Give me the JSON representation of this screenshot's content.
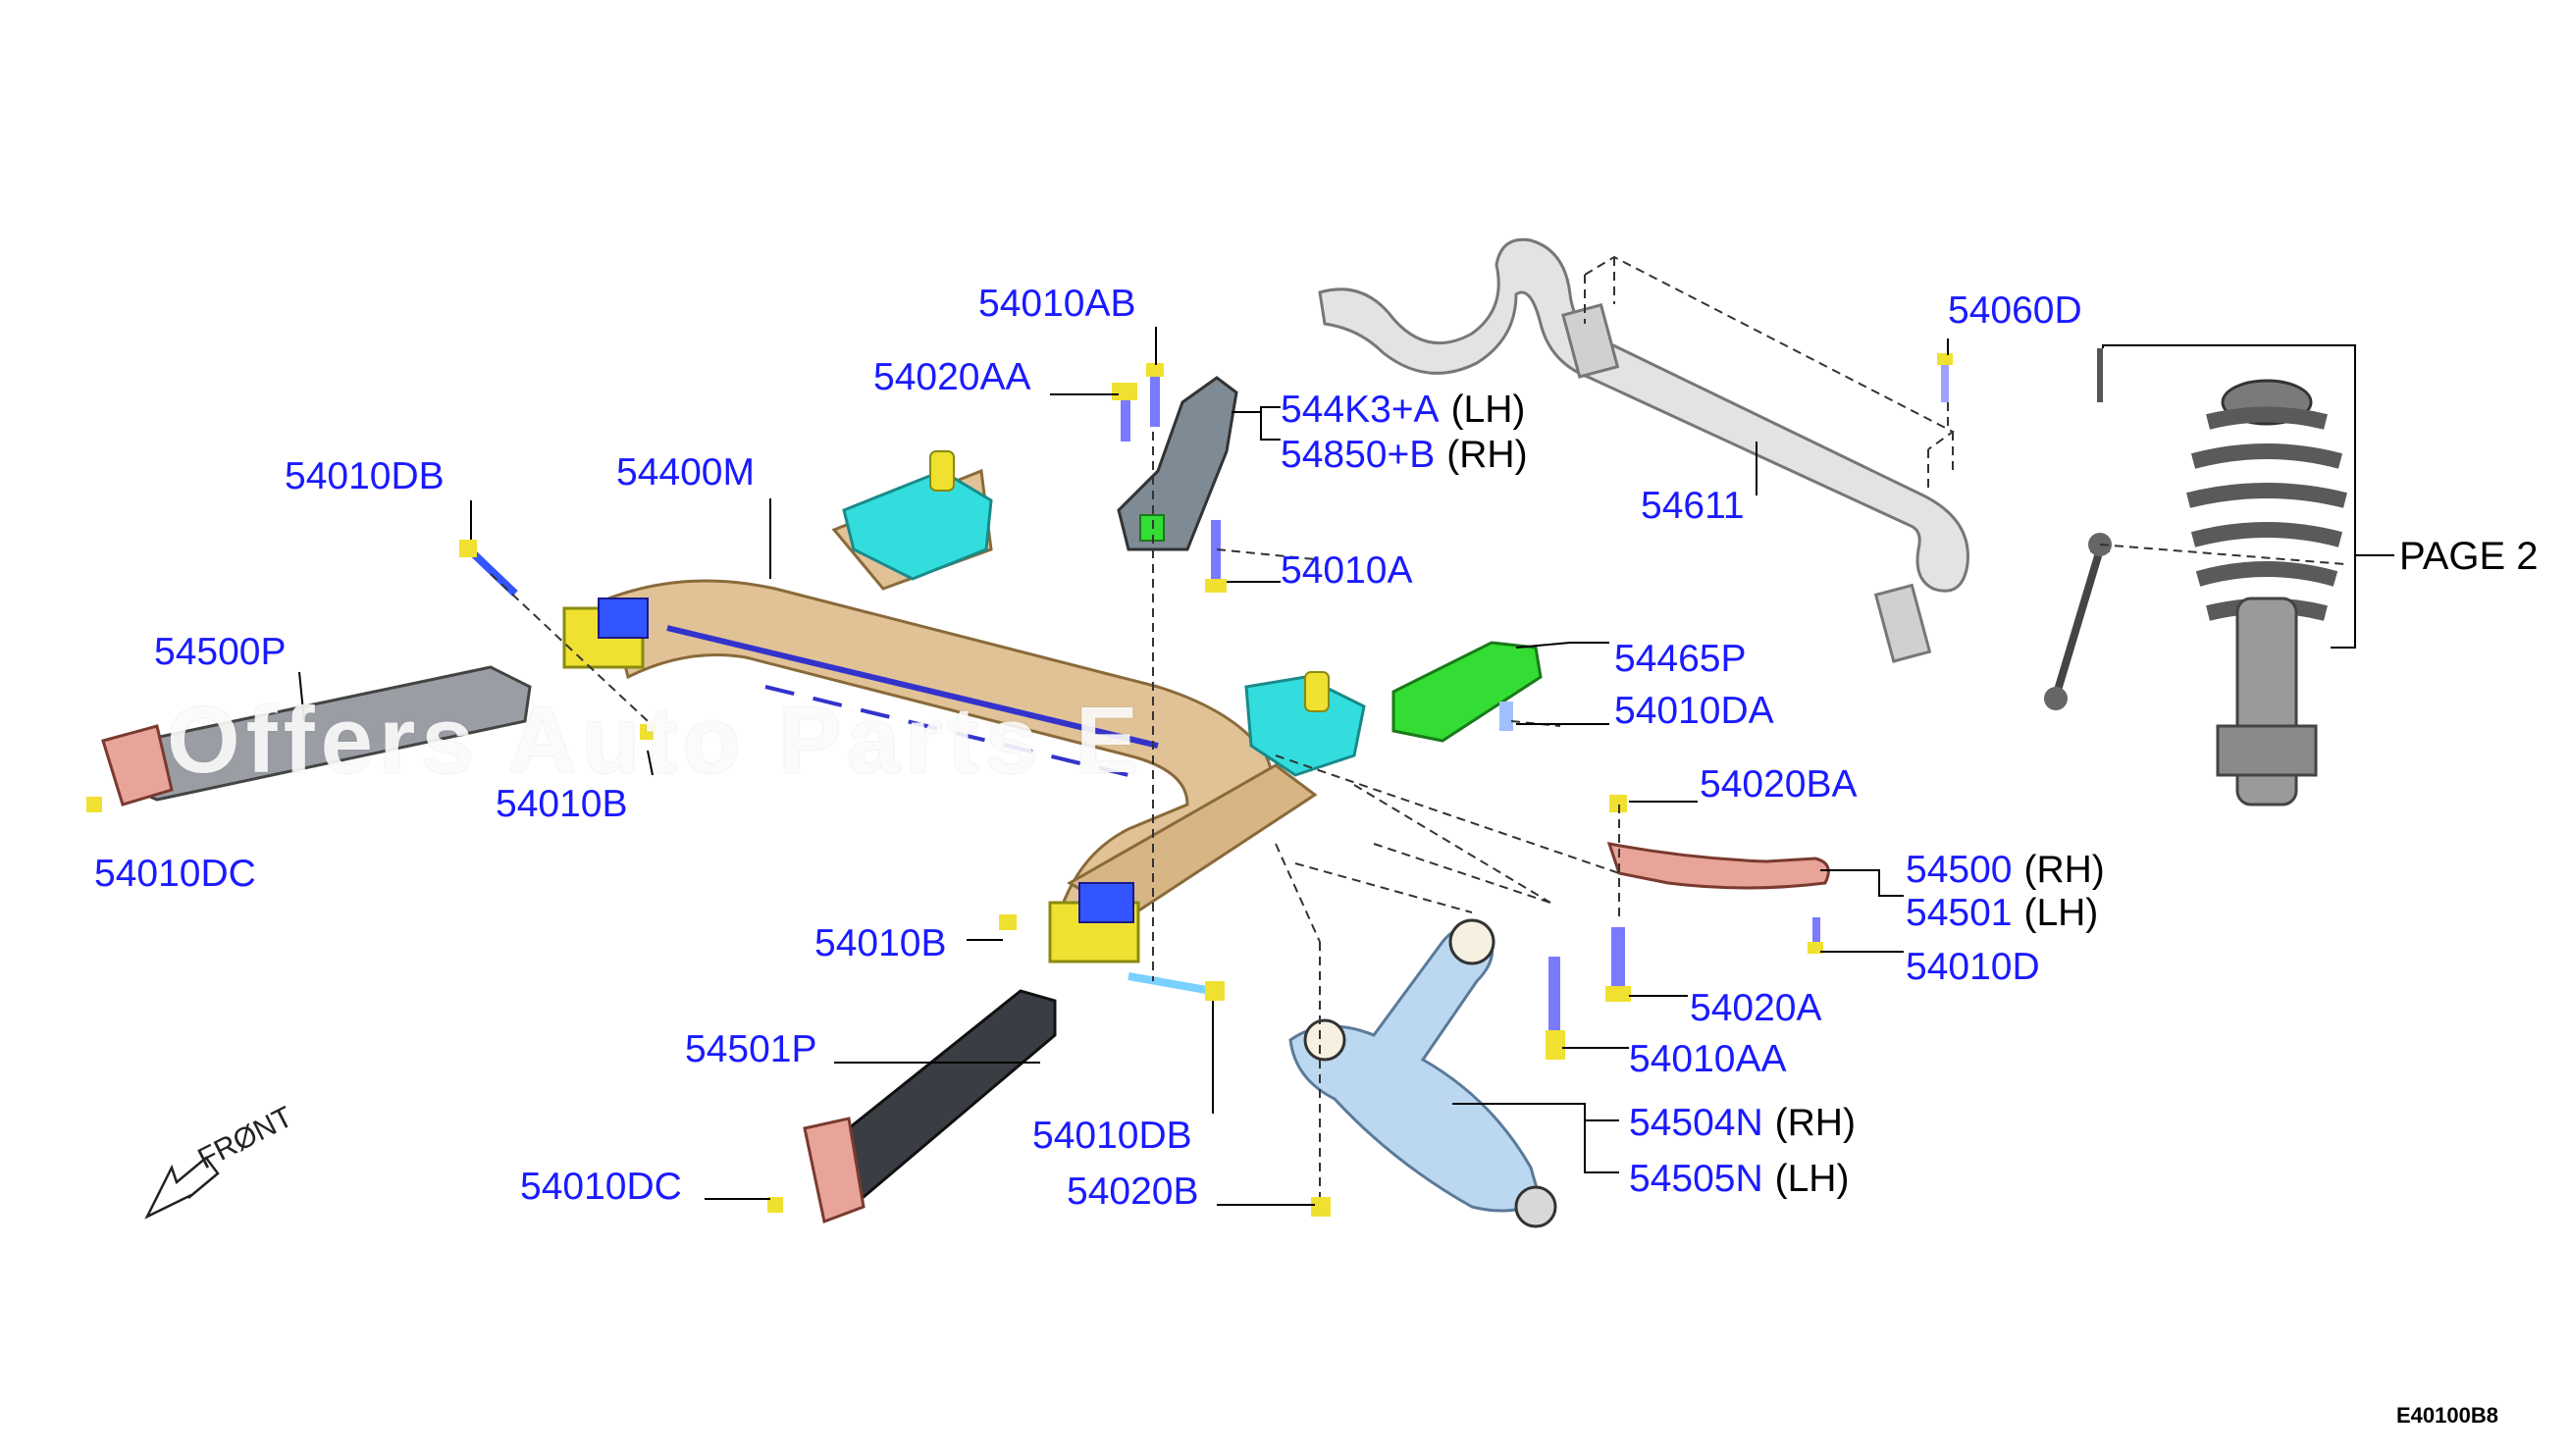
{
  "diagram": {
    "colors": {
      "label": "#1a1aff",
      "frame": "#e1c296",
      "bracket": "#33dddd",
      "green": "#33dd33",
      "arm": "#e8a499",
      "lower_arm": "#bcd8f0",
      "bolt": "#f0e030",
      "bar": "#dcdcdc",
      "strut": "#8a8a8a",
      "link": "#555555"
    },
    "labels": [
      {
        "id": "p-54010ab",
        "code": "54010AB",
        "side": ""
      },
      {
        "id": "p-54020aa",
        "code": "54020AA",
        "side": ""
      },
      {
        "id": "p-544k3a",
        "code": "544K3+A",
        "side": "(LH)"
      },
      {
        "id": "p-54850b",
        "code": "54850+B",
        "side": "(RH)"
      },
      {
        "id": "p-54010a",
        "code": "54010A",
        "side": ""
      },
      {
        "id": "p-54010db-top",
        "code": "54010DB",
        "side": ""
      },
      {
        "id": "p-54400m",
        "code": "54400M",
        "side": ""
      },
      {
        "id": "p-54500p",
        "code": "54500P",
        "side": ""
      },
      {
        "id": "p-54010b-top",
        "code": "54010B",
        "side": ""
      },
      {
        "id": "p-54010dc-top",
        "code": "54010DC",
        "side": ""
      },
      {
        "id": "p-54611",
        "code": "54611",
        "side": ""
      },
      {
        "id": "p-54060d",
        "code": "54060D",
        "side": ""
      },
      {
        "id": "p-54465p",
        "code": "54465P",
        "side": ""
      },
      {
        "id": "p-54010da",
        "code": "54010DA",
        "side": ""
      },
      {
        "id": "p-54020ba",
        "code": "54020BA",
        "side": ""
      },
      {
        "id": "p-54500",
        "code": "54500",
        "side": "(RH)"
      },
      {
        "id": "p-54501",
        "code": "54501",
        "side": "(LH)"
      },
      {
        "id": "p-54010d",
        "code": "54010D",
        "side": ""
      },
      {
        "id": "p-54020a",
        "code": "54020A",
        "side": ""
      },
      {
        "id": "p-54010aa",
        "code": "54010AA",
        "side": ""
      },
      {
        "id": "p-54504n",
        "code": "54504N",
        "side": "(RH)"
      },
      {
        "id": "p-54505n",
        "code": "54505N",
        "side": "(LH)"
      },
      {
        "id": "p-54010b-bot",
        "code": "54010B",
        "side": ""
      },
      {
        "id": "p-54501p",
        "code": "54501P",
        "side": ""
      },
      {
        "id": "p-54010db-bot",
        "code": "54010DB",
        "side": ""
      },
      {
        "id": "p-54020b",
        "code": "54020B",
        "side": ""
      },
      {
        "id": "p-54010dc-bot",
        "code": "54010DC",
        "side": ""
      }
    ],
    "page_ref": "PAGE 2",
    "front_label": "FRØNT",
    "figure_code": "E40100B8",
    "watermark": "Offers Auto Parts E"
  }
}
